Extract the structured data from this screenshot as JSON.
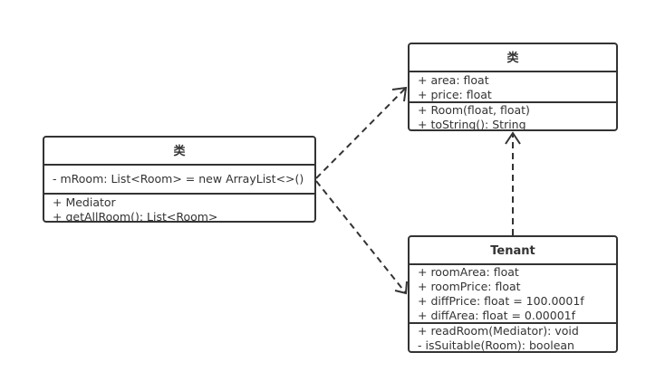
{
  "classes": {
    "mediator": {
      "title": "类",
      "attributes": [
        "- mRoom: List<Room> = new ArrayList<>()"
      ],
      "operations": [
        "+ Mediator",
        "+ getAllRoom(): List<Room>"
      ]
    },
    "room": {
      "title": "类",
      "attributes": [
        "+ area: float",
        "+ price: float"
      ],
      "operations": [
        "+ Room(float, float)",
        "+ toString(): String"
      ]
    },
    "tenant": {
      "title": "Tenant",
      "attributes": [
        "+ roomArea: float",
        "+ roomPrice: float",
        "+ diffPrice: float = 100.0001f",
        "+ diffArea: float = 0.00001f"
      ],
      "operations": [
        "+ readRoom(Mediator): void",
        "- isSuitable(Room): boolean"
      ]
    }
  },
  "relations": [
    {
      "type": "dependency",
      "from": "mediator",
      "to": "room"
    },
    {
      "type": "dependency",
      "from": "mediator",
      "to": "tenant"
    },
    {
      "type": "dependency",
      "from": "tenant",
      "to": "room"
    }
  ],
  "colors": {
    "line": "#333333",
    "background": "#ffffff"
  }
}
